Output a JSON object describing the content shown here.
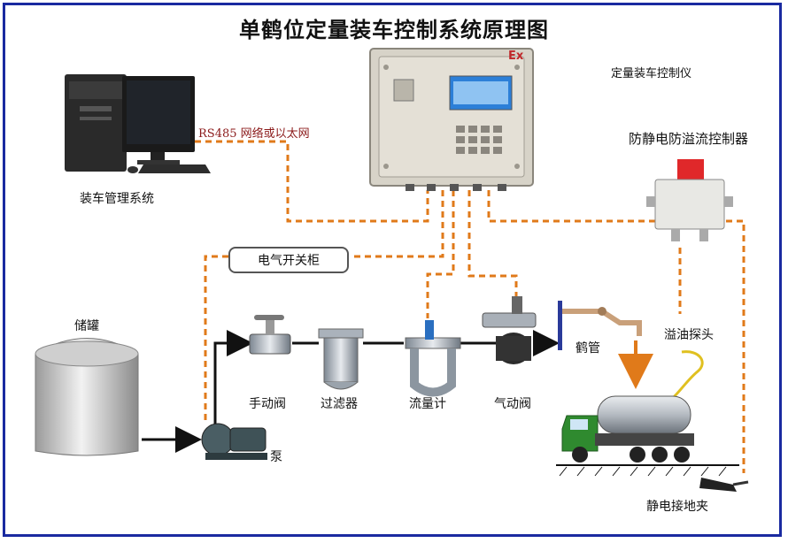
{
  "title": "单鹤位定量装车控制系统原理图",
  "labels": {
    "controller": "定量装车控制仪",
    "antistatic": "防静电防溢流控制器",
    "network": "RS485 网络或以太网",
    "mgmt": "装车管理系统",
    "cabinet": "电气开关柜",
    "tank": "储罐",
    "manual_valve": "手动阀",
    "filter": "过滤器",
    "flowmeter": "流量计",
    "pneumatic_valve": "气动阀",
    "pump": "泵",
    "crane_pipe": "鹤管",
    "overflow_probe": "溢油探头",
    "ground_clamp": "静电接地夹",
    "ex_mark": "Ex"
  },
  "colors": {
    "frame": "#1a2aa0",
    "wire": "#e07a1a",
    "pipe": "#111111",
    "network_text": "#8b1a1a"
  }
}
